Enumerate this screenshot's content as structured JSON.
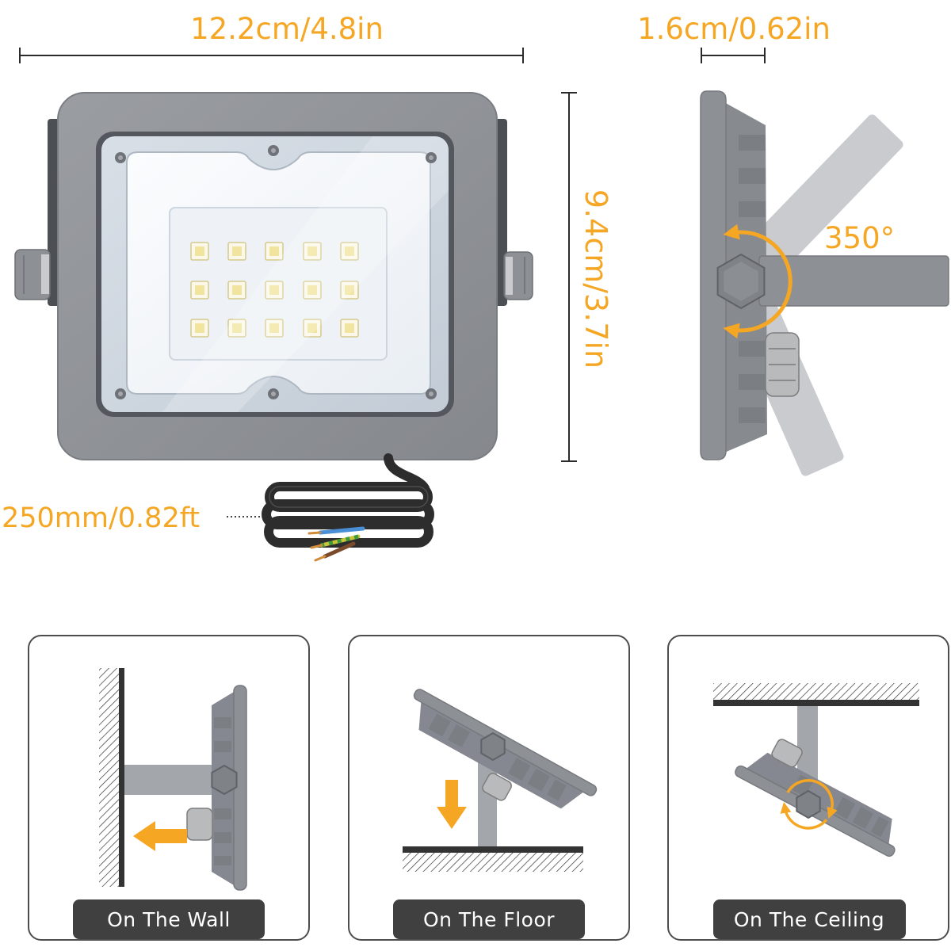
{
  "dimensions": {
    "width_label": "12.2cm/4.8in",
    "depth_label": "1.6cm/0.62in",
    "height_label": "9.4cm/3.7in",
    "rotation_label": "350°",
    "cable_label": "250mm/0.82ft"
  },
  "mounting_options": [
    {
      "label": "On The Wall",
      "icon": "wall-mount-icon"
    },
    {
      "label": "On The Floor",
      "icon": "floor-mount-icon"
    },
    {
      "label": "On The Ceiling",
      "icon": "ceiling-mount-icon"
    }
  ],
  "colors": {
    "accent": "#f5a623",
    "housing": "#8d9095",
    "label_bg": "#404040"
  }
}
